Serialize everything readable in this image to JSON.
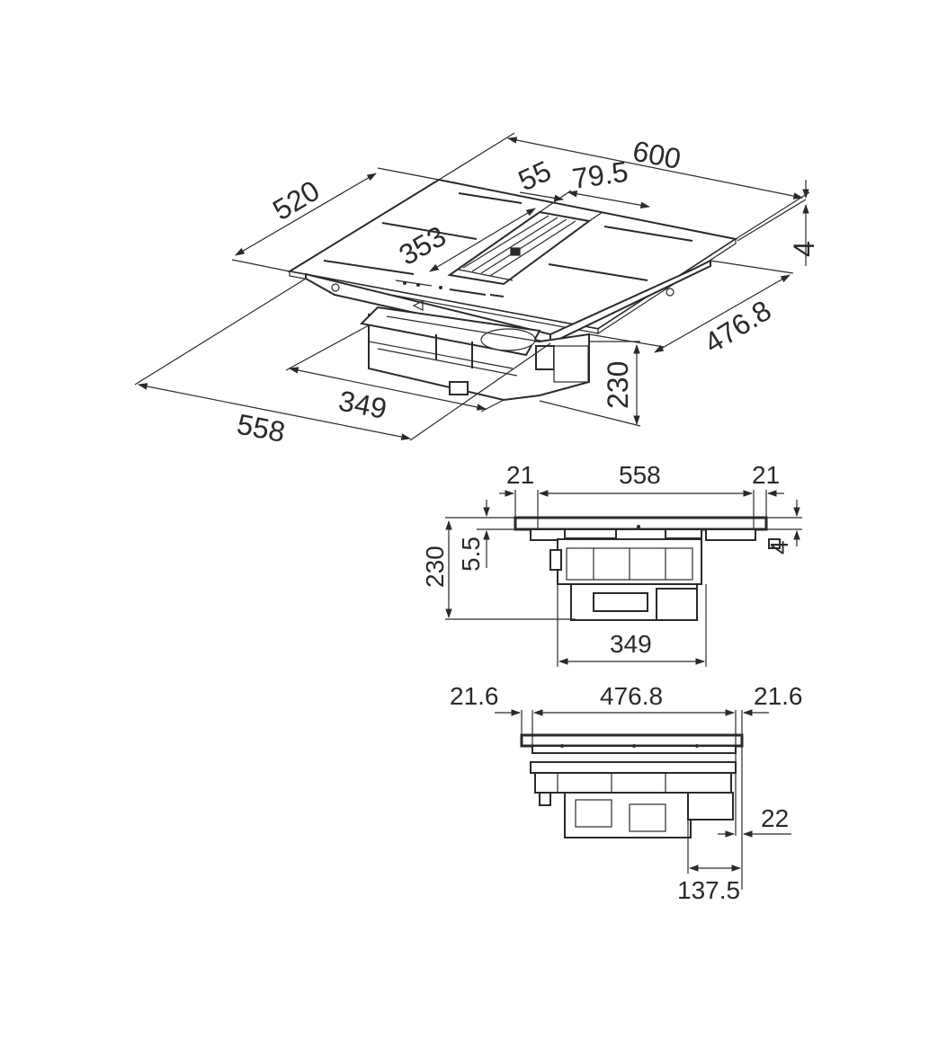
{
  "colors": {
    "line": "#2a2a2a",
    "background": "#ffffff"
  },
  "perspective_view": {
    "dim_600": "600",
    "dim_520": "520",
    "dim_55": "55",
    "dim_79_5": "79.5",
    "dim_353": "353",
    "dim_4": "4",
    "dim_476_8": "476.8",
    "dim_230": "230",
    "dim_349": "349",
    "dim_558": "558"
  },
  "front_view": {
    "dim_21_left": "21",
    "dim_558": "558",
    "dim_21_right": "21",
    "dim_230": "230",
    "dim_5_5": "5.5",
    "dim_4": "4",
    "dim_349": "349"
  },
  "side_view": {
    "dim_21_6_left": "21.6",
    "dim_476_8": "476.8",
    "dim_21_6_right": "21.6",
    "dim_22": "22",
    "dim_137_5": "137.5"
  }
}
